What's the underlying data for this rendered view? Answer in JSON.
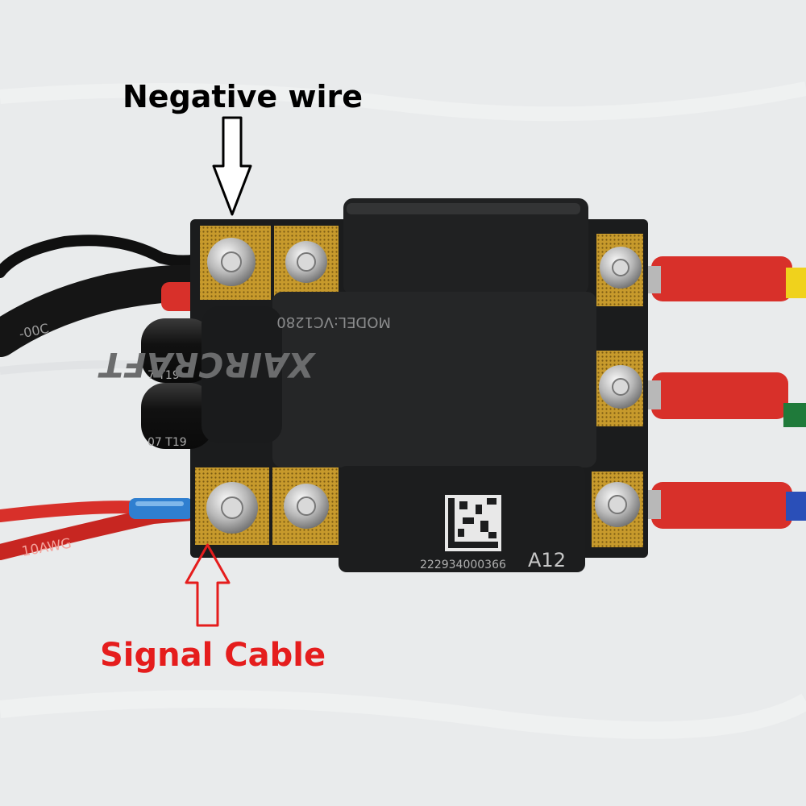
{
  "annotations": {
    "negative_label": "Negative wire",
    "signal_label": "Signal Cable"
  },
  "device": {
    "brand": "XAIRCRAFT",
    "model": "MODEL:VC1280",
    "serial": "222934000366",
    "variant": "A12"
  },
  "cable_print": {
    "left_black": "-00C",
    "left_red": "10AWG",
    "capacitor_top": "7 T19",
    "capacitor_bottom": "07 T19"
  },
  "colors": {
    "background": "#e9ebec",
    "module_body": "#222324",
    "gold_pad": "#c79a2c",
    "red_wire": "#d8302a",
    "blue_sleeve": "#2f7fd0",
    "negative_arrow": "#000000",
    "signal_arrow": "#e51d1d"
  }
}
